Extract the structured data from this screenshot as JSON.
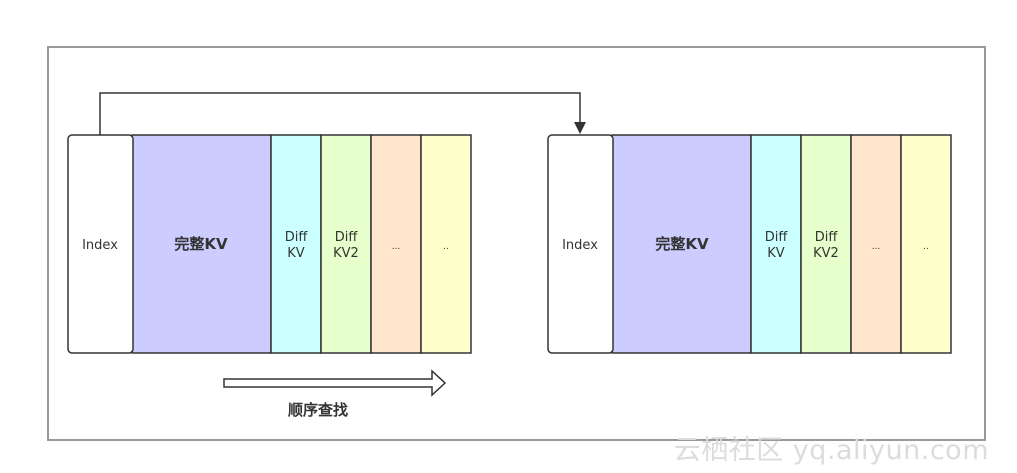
{
  "blocks": [
    {
      "index_label": "Index",
      "full_kv_label": "完整KV",
      "diff_kv_label": [
        "Diff",
        "KV"
      ],
      "diff_kv2_label": [
        "Diff",
        "KV2"
      ],
      "ellipsis_1": "...",
      "ellipsis_2": ".."
    },
    {
      "index_label": "Index",
      "full_kv_label": "完整KV",
      "diff_kv_label": [
        "Diff",
        "KV"
      ],
      "diff_kv2_label": [
        "Diff",
        "KV2"
      ],
      "ellipsis_1": "...",
      "ellipsis_2": ".."
    }
  ],
  "sequential_search_label": "顺序查找",
  "watermark": "云栖社区 yq.aliyun.com",
  "colors": {
    "index": "#ffffff",
    "full_kv": "#ccccff",
    "diff_kv": "#ccffff",
    "diff_kv2": "#e6ffcc",
    "ellipsis_1": "#ffe6cc",
    "ellipsis_2": "#ffffcc",
    "border": "#333333",
    "frame": "#999999"
  }
}
